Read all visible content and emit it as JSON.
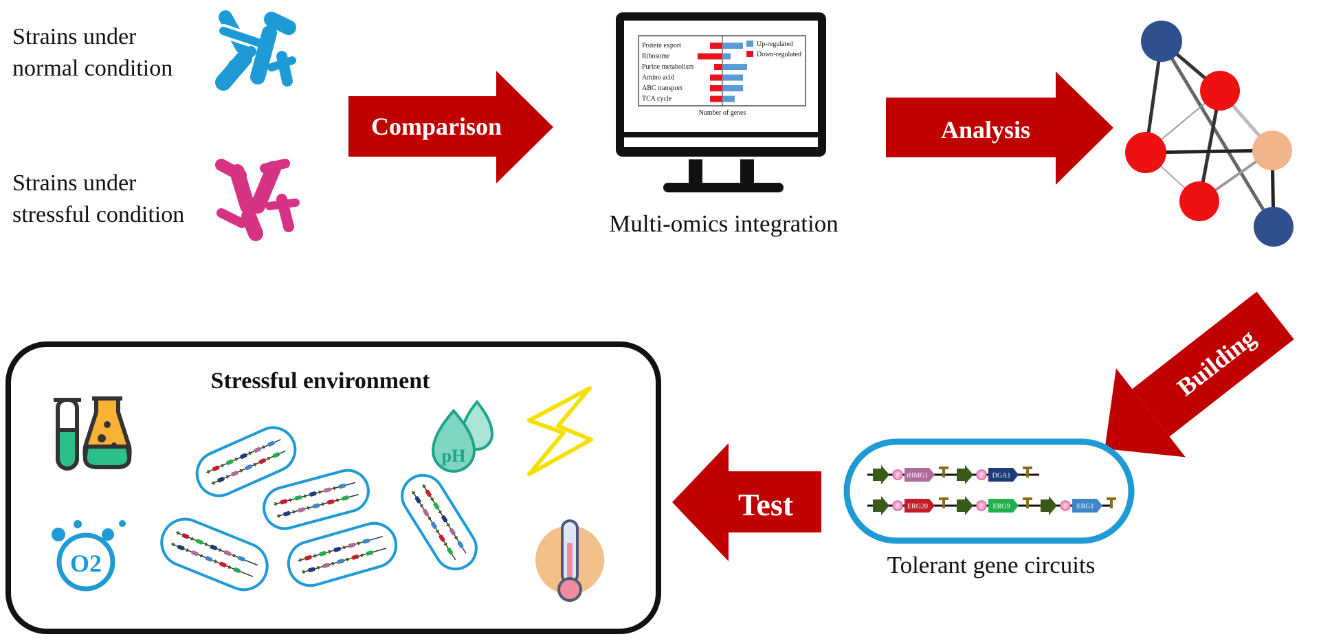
{
  "strains": {
    "normal_line1": "Strains under",
    "normal_line2": "normal condition",
    "stress_line1": "Strains under",
    "stress_line2": "stressful condition"
  },
  "arrows": {
    "comparison": "Comparison",
    "analysis": "Analysis",
    "building": "Building",
    "test": "Test"
  },
  "monitor": {
    "caption": "Multi-omics integration",
    "chart": {
      "legend_up": "Up-regulated",
      "legend_down": "Down-regulated",
      "xlabel": "Number of genes",
      "categories": [
        "Protein export",
        "Ribosome",
        "Purine metabolism",
        "Amino acid",
        "ABC transport",
        "TCA cycle"
      ],
      "down": [
        3,
        6,
        2,
        3,
        3,
        3
      ],
      "up": [
        5,
        2,
        6,
        5,
        5,
        3
      ],
      "colors": {
        "up": "#5b9bd5",
        "down": "#e8141b"
      }
    }
  },
  "environment": {
    "title": "Stressful environment",
    "icons": [
      "test-tube-flask-icon",
      "ph-drop-icon",
      "lightning-icon",
      "oxygen-icon",
      "thermometer-icon"
    ],
    "ph_label": "pH",
    "o2_label": "O2"
  },
  "circuits": {
    "caption": "Tolerant gene circuits",
    "row1_genes": [
      "tHMG1",
      "DGA1"
    ],
    "row2_genes": [
      "ERG20",
      "ERG9",
      "ERG1"
    ],
    "promoter_letter": "P"
  },
  "colors": {
    "arrow": "#c00000",
    "bacteria_normal": "#1e9ad6",
    "bacteria_stress": "#d63384",
    "node_blue": "#2f4f8f",
    "node_red": "#ee1111",
    "node_peach": "#f2b48a",
    "cell_outline": "#1e9ad6"
  }
}
